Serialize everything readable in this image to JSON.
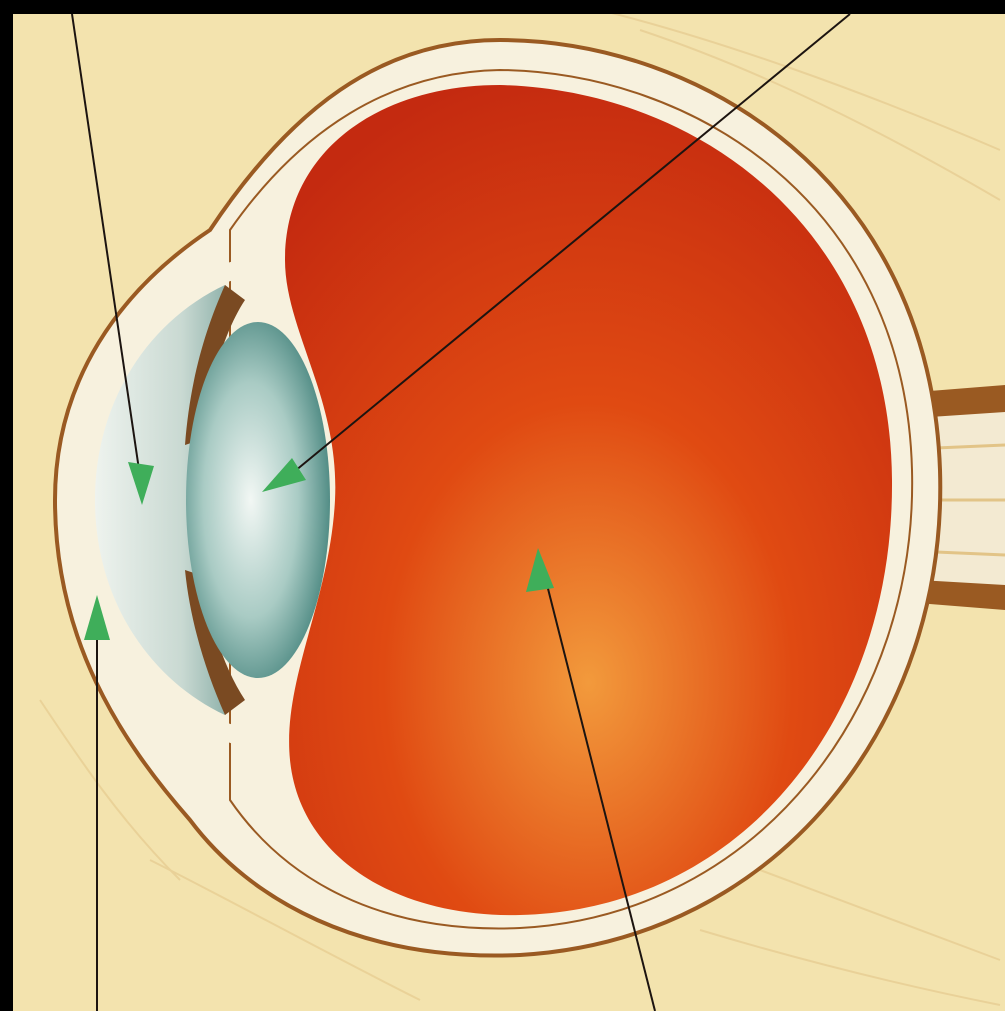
{
  "diagram": {
    "subject": "eye-cross-section",
    "colors": {
      "background": "#f3e3ae",
      "background_streak": "#e2c487",
      "frame": "#000000",
      "sclera": "#f7f1de",
      "sclera_edge": "#9a5a22",
      "vitreous_dark": "#c42a10",
      "vitreous_mid": "#e04a12",
      "vitreous_light": "#f29a3c",
      "lens_and_cornea": "#a9cbc4",
      "iris": "#7a4a22",
      "optic_nerve": "#f3ead2",
      "pointer_line": "#1c1410",
      "arrowhead": "#3fae5a"
    },
    "pointers": [
      {
        "name": "pointer-cornea",
        "points_to": "cornea-chamber"
      },
      {
        "name": "pointer-lens",
        "points_to": "lens"
      },
      {
        "name": "pointer-cornea-lower",
        "points_to": "cornea"
      },
      {
        "name": "pointer-vitreous",
        "points_to": "vitreous-body"
      }
    ],
    "labels": []
  }
}
